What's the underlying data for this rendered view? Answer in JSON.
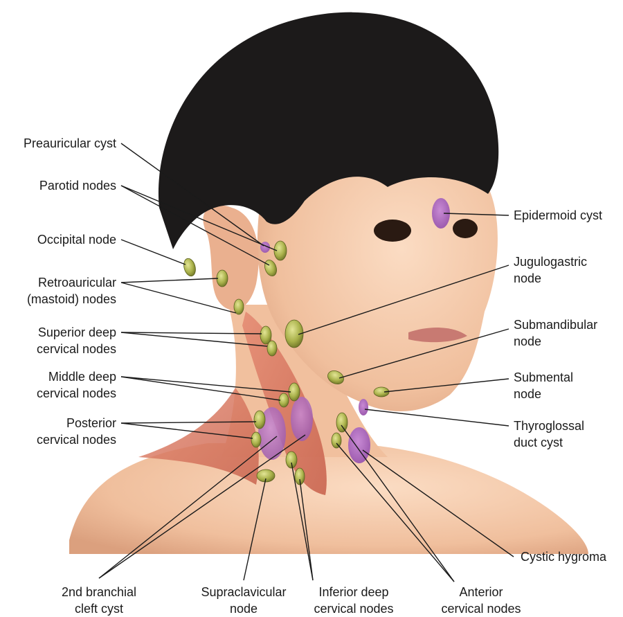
{
  "labels": {
    "preauricular_cyst": "Preauricular cyst",
    "parotid_nodes": "Parotid nodes",
    "occipital_node": "Occipital node",
    "retroauricular": [
      "Retroauricular",
      "(mastoid) nodes"
    ],
    "superior_deep": [
      "Superior deep",
      "cervical nodes"
    ],
    "middle_deep": [
      "Middle deep",
      "cervical nodes"
    ],
    "posterior_cervical": [
      "Posterior",
      "cervical nodes"
    ],
    "branchial_cleft": [
      "2nd branchial",
      "cleft cyst"
    ],
    "supraclavicular": [
      "Supraclavicular",
      "node"
    ],
    "inferior_deep": [
      "Inferior deep",
      "cervical nodes"
    ],
    "anterior_cervical": [
      "Anterior",
      "cervical nodes"
    ],
    "cystic_hygroma": "Cystic hygroma",
    "thyroglossal": [
      "Thyroglossal",
      "duct cyst"
    ],
    "submental": [
      "Submental",
      "node"
    ],
    "submandibular": [
      "Submandibular",
      "node"
    ],
    "jugulogastric": [
      "Jugulogastric",
      "node"
    ],
    "epidermoid_cyst": "Epidermoid cyst"
  },
  "colors": {
    "lymph_node": "#a9b14a",
    "cyst": "#a966b8",
    "skin": "#f2c4a4",
    "hair": "#1c1a1a",
    "muscle": "#d97a66"
  }
}
